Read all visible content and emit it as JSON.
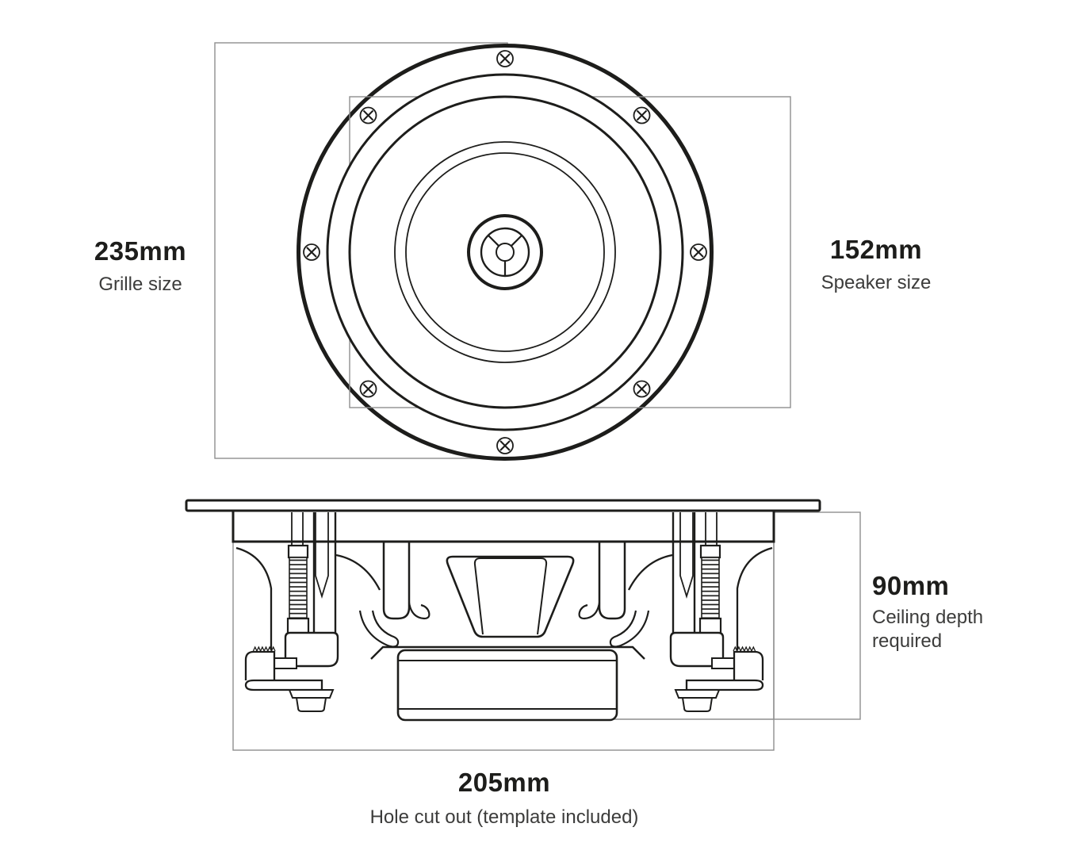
{
  "colors": {
    "ink": "#1d1d1b",
    "measure_line": "#8e8e8e",
    "background": "#ffffff",
    "text_secondary": "#3c3c3b"
  },
  "dimensions": {
    "grille": {
      "value": "235mm",
      "label": "Grille size"
    },
    "speaker": {
      "value": "152mm",
      "label": "Speaker size"
    },
    "depth": {
      "value": "90mm",
      "label_line1": "Ceiling depth",
      "label_line2": "required"
    },
    "hole": {
      "value": "205mm",
      "label": "Hole cut out (template included)"
    }
  }
}
